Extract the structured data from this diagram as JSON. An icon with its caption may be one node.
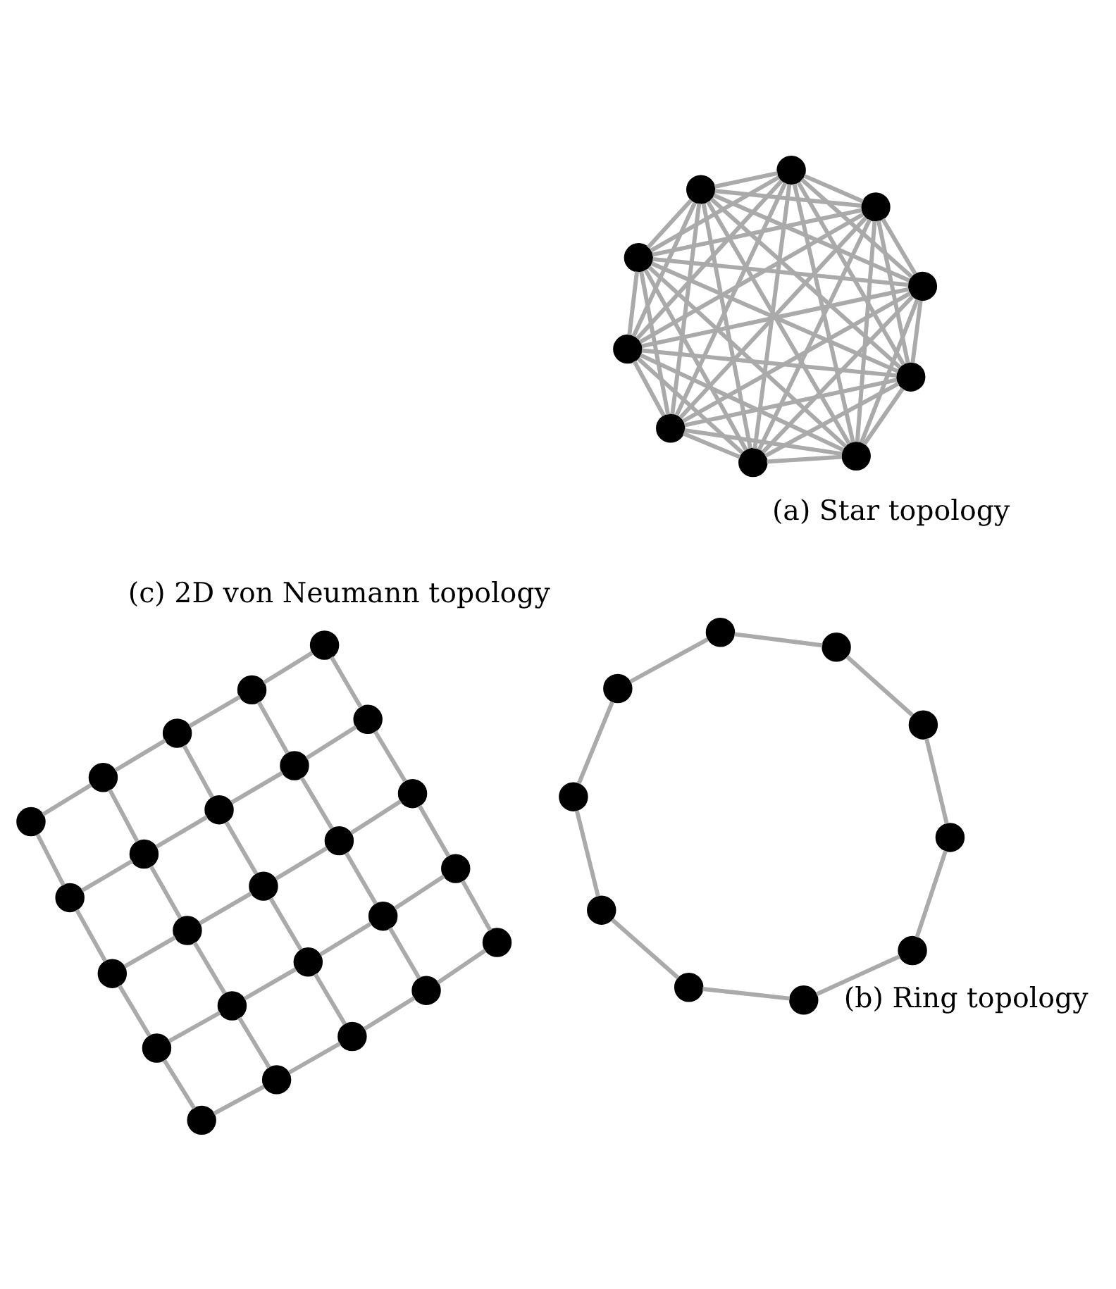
{
  "diagram": {
    "nodes": [
      {
        "text": [],
        "shape": "circle"
      },
      {
        "text": [],
        "shape": "circle"
      },
      {
        "text": [],
        "shape": "circle"
      },
      {
        "text": [],
        "shape": "circle"
      },
      {
        "text": [],
        "shape": "circle"
      },
      {
        "text": [],
        "shape": "circle"
      },
      {
        "text": [],
        "shape": "circle"
      },
      {
        "text": [],
        "shape": "circle"
      },
      {
        "text": [],
        "shape": "circle"
      },
      {
        "text": [],
        "shape": "circle"
      },
      {
        "text": [],
        "shape": "circle"
      },
      {
        "text": [],
        "shape": "circle"
      },
      {
        "text": [],
        "shape": "circle"
      },
      {
        "text": [],
        "shape": "circle"
      },
      {
        "text": [],
        "shape": "circle"
      },
      {
        "text": [],
        "shape": "circle"
      },
      {
        "text": [],
        "shape": "circle"
      },
      {
        "text": [],
        "shape": "circle"
      },
      {
        "text": [],
        "shape": "circle"
      },
      {
        "text": [],
        "shape": "circle"
      },
      {
        "text": [],
        "shape": "circle"
      },
      {
        "text": [],
        "shape": "circle"
      },
      {
        "text": [],
        "shape": "circle"
      },
      {
        "text": [],
        "shape": "circle"
      },
      {
        "text": [],
        "shape": "circle"
      },
      {
        "text": [],
        "shape": "circle"
      },
      {
        "text": [],
        "shape": "circle"
      },
      {
        "text": [],
        "shape": "circle"
      },
      {
        "text": [],
        "shape": "circle"
      },
      {
        "text": [],
        "shape": "circle"
      },
      {
        "text": [],
        "shape": "circle"
      },
      {
        "text": [],
        "shape": "circle"
      },
      {
        "text": [],
        "shape": "circle"
      },
      {
        "text": [],
        "shape": "circle"
      },
      {
        "text": [],
        "shape": "circle"
      },
      {
        "text": [],
        "shape": "circle"
      },
      {
        "text": [],
        "shape": "circle"
      },
      {
        "text": [],
        "shape": "circle"
      },
      {
        "text": [],
        "shape": "circle"
      },
      {
        "text": [],
        "shape": "circle"
      },
      {
        "text": [],
        "shape": "circle"
      },
      {
        "text": [],
        "shape": "circle"
      },
      {
        "text": [],
        "shape": "circle"
      },
      {
        "text": [],
        "shape": "circle"
      },
      {
        "text": [],
        "shape": "circle"
      }
    ],
    "edges": [
      {
        "from": 0,
        "to": 1,
        "arrow": "none"
      },
      {
        "from": 0,
        "to": 2,
        "arrow": "none"
      },
      {
        "from": 0,
        "to": 3,
        "arrow": "none"
      },
      {
        "from": 0,
        "to": 4,
        "arrow": "none"
      },
      {
        "from": 0,
        "to": 5,
        "arrow": "none"
      },
      {
        "from": 0,
        "to": 6,
        "arrow": "none"
      },
      {
        "from": 0,
        "to": 7,
        "arrow": "none"
      },
      {
        "from": 0,
        "to": 8,
        "arrow": "none"
      },
      {
        "from": 0,
        "to": 9,
        "arrow": "none"
      },
      {
        "from": 1,
        "to": 2,
        "arrow": "none"
      },
      {
        "from": 1,
        "to": 3,
        "arrow": "none"
      },
      {
        "from": 1,
        "to": 4,
        "arrow": "none"
      },
      {
        "from": 1,
        "to": 5,
        "arrow": "none"
      },
      {
        "from": 1,
        "to": 6,
        "arrow": "none"
      },
      {
        "from": 1,
        "to": 7,
        "arrow": "none"
      },
      {
        "from": 1,
        "to": 8,
        "arrow": "none"
      },
      {
        "from": 1,
        "to": 9,
        "arrow": "none"
      },
      {
        "from": 2,
        "to": 3,
        "arrow": "none"
      },
      {
        "from": 2,
        "to": 4,
        "arrow": "none"
      },
      {
        "from": 2,
        "to": 5,
        "arrow": "none"
      },
      {
        "from": 2,
        "to": 6,
        "arrow": "none"
      },
      {
        "from": 2,
        "to": 7,
        "arrow": "none"
      },
      {
        "from": 2,
        "to": 8,
        "arrow": "none"
      },
      {
        "from": 2,
        "to": 9,
        "arrow": "none"
      },
      {
        "from": 3,
        "to": 4,
        "arrow": "none"
      },
      {
        "from": 3,
        "to": 5,
        "arrow": "none"
      },
      {
        "from": 3,
        "to": 6,
        "arrow": "none"
      },
      {
        "from": 3,
        "to": 7,
        "arrow": "none"
      },
      {
        "from": 3,
        "to": 8,
        "arrow": "none"
      },
      {
        "from": 3,
        "to": 9,
        "arrow": "none"
      },
      {
        "from": 4,
        "to": 5,
        "arrow": "none"
      },
      {
        "from": 4,
        "to": 6,
        "arrow": "none"
      },
      {
        "from": 4,
        "to": 7,
        "arrow": "none"
      },
      {
        "from": 4,
        "to": 8,
        "arrow": "none"
      },
      {
        "from": 4,
        "to": 9,
        "arrow": "none"
      },
      {
        "from": 5,
        "to": 6,
        "arrow": "none"
      },
      {
        "from": 5,
        "to": 7,
        "arrow": "none"
      },
      {
        "from": 5,
        "to": 8,
        "arrow": "none"
      },
      {
        "from": 5,
        "to": 9,
        "arrow": "none"
      },
      {
        "from": 6,
        "to": 7,
        "arrow": "none"
      },
      {
        "from": 6,
        "to": 8,
        "arrow": "none"
      },
      {
        "from": 6,
        "to": 9,
        "arrow": "none"
      },
      {
        "from": 7,
        "to": 8,
        "arrow": "none"
      },
      {
        "from": 7,
        "to": 9,
        "arrow": "none"
      },
      {
        "from": 8,
        "to": 9,
        "arrow": "none"
      },
      {
        "from": 10,
        "to": 11,
        "arrow": "none"
      },
      {
        "from": 11,
        "to": 13,
        "arrow": "none"
      },
      {
        "from": 13,
        "to": 15,
        "arrow": "none"
      },
      {
        "from": 15,
        "to": 17,
        "arrow": "none"
      },
      {
        "from": 17,
        "to": 19,
        "arrow": "none"
      },
      {
        "from": 19,
        "to": 18,
        "arrow": "none"
      },
      {
        "from": 18,
        "to": 16,
        "arrow": "none"
      },
      {
        "from": 16,
        "to": 14,
        "arrow": "none"
      },
      {
        "from": 14,
        "to": 12,
        "arrow": "none"
      },
      {
        "from": 12,
        "to": 10,
        "arrow": "none"
      },
      {
        "from": 20,
        "to": 21,
        "arrow": "none"
      },
      {
        "from": 21,
        "to": 22,
        "arrow": "none"
      },
      {
        "from": 22,
        "to": 23,
        "arrow": "none"
      },
      {
        "from": 23,
        "to": 24,
        "arrow": "none"
      },
      {
        "from": 25,
        "to": 26,
        "arrow": "none"
      },
      {
        "from": 26,
        "to": 27,
        "arrow": "none"
      },
      {
        "from": 27,
        "to": 28,
        "arrow": "none"
      },
      {
        "from": 28,
        "to": 29,
        "arrow": "none"
      },
      {
        "from": 30,
        "to": 31,
        "arrow": "none"
      },
      {
        "from": 31,
        "to": 32,
        "arrow": "none"
      },
      {
        "from": 32,
        "to": 33,
        "arrow": "none"
      },
      {
        "from": 33,
        "to": 34,
        "arrow": "none"
      },
      {
        "from": 35,
        "to": 36,
        "arrow": "none"
      },
      {
        "from": 36,
        "to": 37,
        "arrow": "none"
      },
      {
        "from": 37,
        "to": 38,
        "arrow": "none"
      },
      {
        "from": 38,
        "to": 39,
        "arrow": "none"
      },
      {
        "from": 40,
        "to": 41,
        "arrow": "none"
      },
      {
        "from": 41,
        "to": 42,
        "arrow": "none"
      },
      {
        "from": 42,
        "to": 43,
        "arrow": "none"
      },
      {
        "from": 43,
        "to": 44,
        "arrow": "none"
      },
      {
        "from": 20,
        "to": 25,
        "arrow": "none"
      },
      {
        "from": 25,
        "to": 30,
        "arrow": "none"
      },
      {
        "from": 30,
        "to": 35,
        "arrow": "none"
      },
      {
        "from": 35,
        "to": 40,
        "arrow": "none"
      },
      {
        "from": 21,
        "to": 26,
        "arrow": "none"
      },
      {
        "from": 26,
        "to": 31,
        "arrow": "none"
      },
      {
        "from": 31,
        "to": 36,
        "arrow": "none"
      },
      {
        "from": 36,
        "to": 41,
        "arrow": "none"
      },
      {
        "from": 22,
        "to": 27,
        "arrow": "none"
      },
      {
        "from": 27,
        "to": 32,
        "arrow": "none"
      },
      {
        "from": 32,
        "to": 37,
        "arrow": "none"
      },
      {
        "from": 37,
        "to": 42,
        "arrow": "none"
      },
      {
        "from": 23,
        "to": 28,
        "arrow": "none"
      },
      {
        "from": 28,
        "to": 33,
        "arrow": "none"
      },
      {
        "from": 33,
        "to": 38,
        "arrow": "none"
      },
      {
        "from": 38,
        "to": 43,
        "arrow": "none"
      },
      {
        "from": 24,
        "to": 29,
        "arrow": "none"
      },
      {
        "from": 29,
        "to": 34,
        "arrow": "none"
      },
      {
        "from": 34,
        "to": 39,
        "arrow": "none"
      },
      {
        "from": 39,
        "to": 44,
        "arrow": "none"
      }
    ],
    "labels": [
      "(a) Star topology",
      "(b) Ring topology",
      "(c) 2D von Neumann topology"
    ]
  }
}
